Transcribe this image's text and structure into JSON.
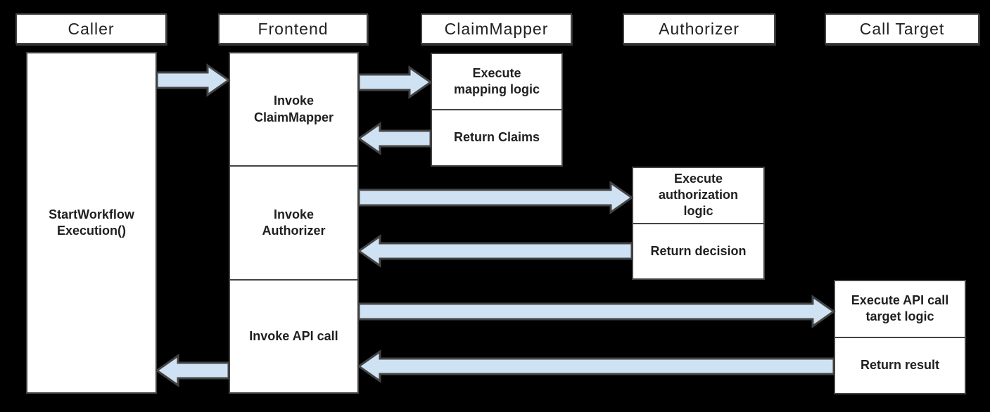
{
  "colors": {
    "background": "#000000",
    "box_fill": "#ffffff",
    "box_border": "#434343",
    "arrow_fill": "#cfe2f3",
    "arrow_outline": "#434343",
    "text": "#1f1f1f"
  },
  "participants": [
    {
      "label": "Caller"
    },
    {
      "label": "Frontend"
    },
    {
      "label": "ClaimMapper"
    },
    {
      "label": "Authorizer"
    },
    {
      "label": "Call Target"
    }
  ],
  "caller": {
    "activation_label": "StartWorkflow\nExecution()"
  },
  "frontend": {
    "steps": [
      {
        "label": "Invoke\nClaimMapper"
      },
      {
        "label": "Invoke\nAuthorizer"
      },
      {
        "label": "Invoke API call"
      }
    ]
  },
  "claimmapper": {
    "steps": [
      {
        "label": "Execute\nmapping logic"
      },
      {
        "label": "Return Claims"
      }
    ]
  },
  "authorizer": {
    "steps": [
      {
        "label": "Execute\nauthorization\nlogic"
      },
      {
        "label": "Return decision"
      }
    ]
  },
  "calltarget": {
    "steps": [
      {
        "label": "Execute API call\ntarget logic"
      },
      {
        "label": "Return result"
      }
    ]
  },
  "flows": [
    {
      "from": "Caller",
      "to": "Frontend"
    },
    {
      "from": "Frontend",
      "to": "ClaimMapper"
    },
    {
      "from": "ClaimMapper",
      "to": "Frontend"
    },
    {
      "from": "Frontend",
      "to": "Authorizer"
    },
    {
      "from": "Authorizer",
      "to": "Frontend"
    },
    {
      "from": "Frontend",
      "to": "Call Target"
    },
    {
      "from": "Call Target",
      "to": "Frontend"
    },
    {
      "from": "Frontend",
      "to": "Caller"
    }
  ]
}
